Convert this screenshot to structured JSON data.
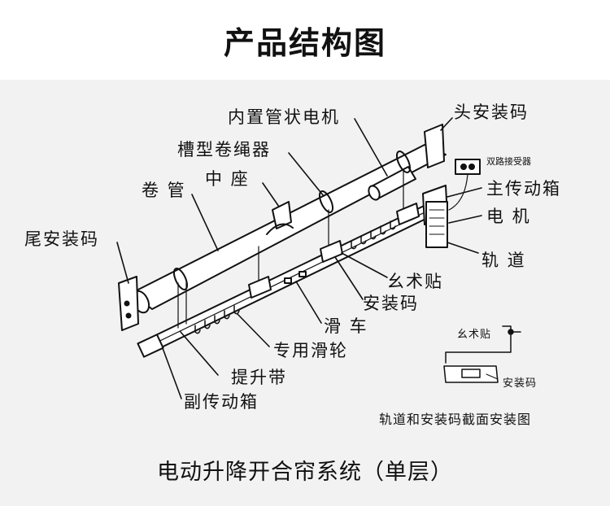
{
  "title": "产品结构图",
  "footer": "电动升降开合帘系统（单层）",
  "labels": {
    "head_bracket": "头安装码",
    "tube_motor": "内置管状电机",
    "groove_roller": "槽型卷绳器",
    "middle_seat": "中 座",
    "roll_tube": "卷 管",
    "tail_bracket": "尾安装码",
    "dual_receiver": "双路接受器",
    "main_gearbox": "主传动箱",
    "motor": "电 机",
    "track": "轨 道",
    "velcro": "幺术贴",
    "mount_bracket": "安装码",
    "slider": "滑 车",
    "pulley": "专用滑轮",
    "lift_tape": "提升带",
    "aux_gearbox": "副传动箱"
  },
  "inset": {
    "velcro": "幺术贴",
    "bracket": "安装码",
    "caption": "轨道和安装码截面安装图"
  }
}
